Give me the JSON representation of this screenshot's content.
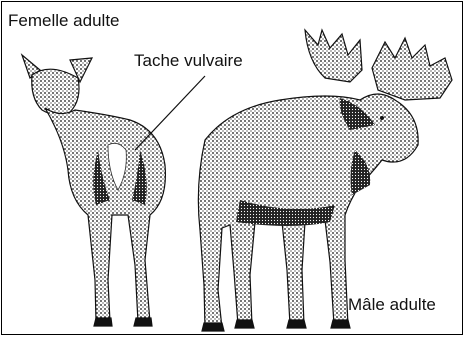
{
  "labels": {
    "female": "Femelle adulte",
    "vulvar_patch": "Tache vulvaire",
    "male": "Mâle adulte"
  }
}
